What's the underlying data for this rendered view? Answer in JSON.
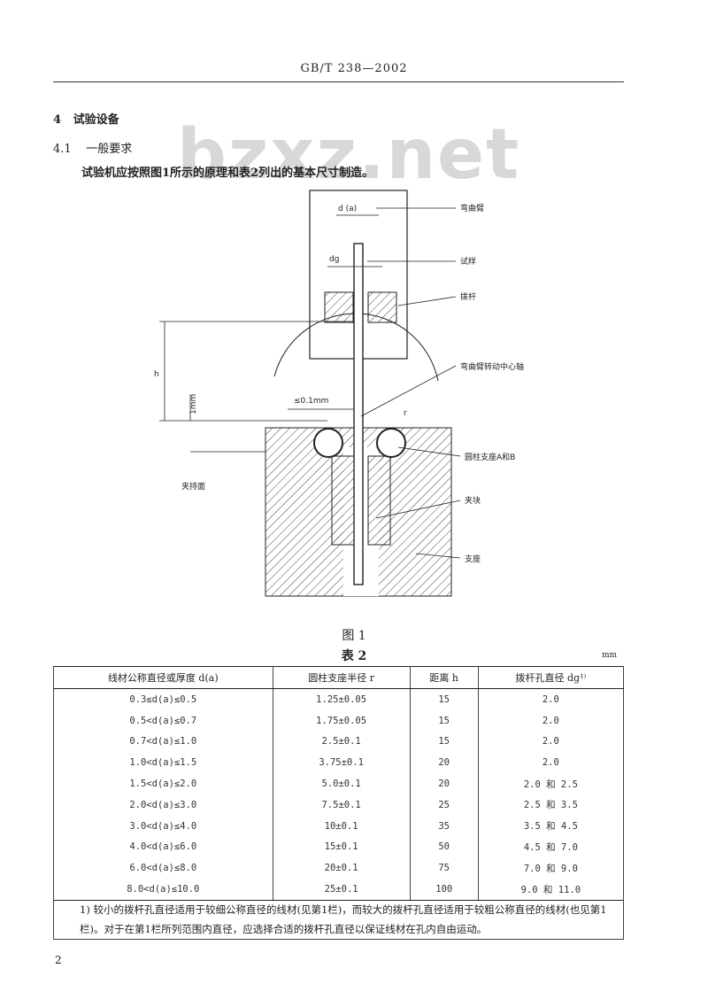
{
  "header": {
    "standard": "GB/T 238—2002"
  },
  "watermark": "bzxz.net",
  "section": {
    "number": "4",
    "title": "试验设备",
    "sub_number": "4.1",
    "sub_title": "一般要求",
    "intro": "试验机应按照图1所示的原理和表2列出的基本尺寸制造。"
  },
  "figure": {
    "caption": "图 1",
    "labels": {
      "bending_arm": "弯曲臂",
      "specimen": "试样",
      "guide": "拨杆",
      "pivot": "弯曲臂转动中心轴",
      "cylinder_supports": "圆柱支座A和B",
      "jaw_block": "夹块",
      "support": "支座",
      "clamp_face": "夹持面",
      "dim_d": "d (a)",
      "dim_dg": "dg",
      "dim_h": "h",
      "dim_1mm": "1mm",
      "dim_gap": "≤0.1mm",
      "dim_r": "r"
    }
  },
  "table": {
    "caption": "表 2",
    "unit": "mm",
    "headers": [
      "线材公称直径或厚度 d(a)",
      "圆柱支座半径 r",
      "距离 h",
      "拨杆孔直径 dg¹⁾"
    ],
    "rows": [
      [
        "0.3≤d(a)≤0.5",
        "1.25±0.05",
        "15",
        "2.0"
      ],
      [
        "0.5<d(a)≤0.7",
        "1.75±0.05",
        "15",
        "2.0"
      ],
      [
        "0.7<d(a)≤1.0",
        "2.5±0.1",
        "15",
        "2.0"
      ],
      [
        "1.0<d(a)≤1.5",
        "3.75±0.1",
        "20",
        "2.0"
      ],
      [
        "1.5<d(a)≤2.0",
        "5.0±0.1",
        "20",
        "2.0 和 2.5"
      ],
      [
        "2.0<d(a)≤3.0",
        "7.5±0.1",
        "25",
        "2.5 和 3.5"
      ],
      [
        "3.0<d(a)≤4.0",
        "10±0.1",
        "35",
        "3.5 和 4.5"
      ],
      [
        "4.0<d(a)≤6.0",
        "15±0.1",
        "50",
        "4.5 和 7.0"
      ],
      [
        "6.0<d(a)≤8.0",
        "20±0.1",
        "75",
        "7.0 和 9.0"
      ],
      [
        "8.0<d(a)≤10.0",
        "25±0.1",
        "100",
        "9.0 和 11.0"
      ]
    ],
    "footnote": "1) 较小的拨杆孔直径适用于较细公称直径的线材(见第1栏)，而较大的拨杆孔直径适用于较粗公称直径的线材(也见第1栏)。对于在第1栏所列范围内直径，应选择合适的拨杆孔直径以保证线材在孔内自由运动。"
  },
  "page_number": "2"
}
